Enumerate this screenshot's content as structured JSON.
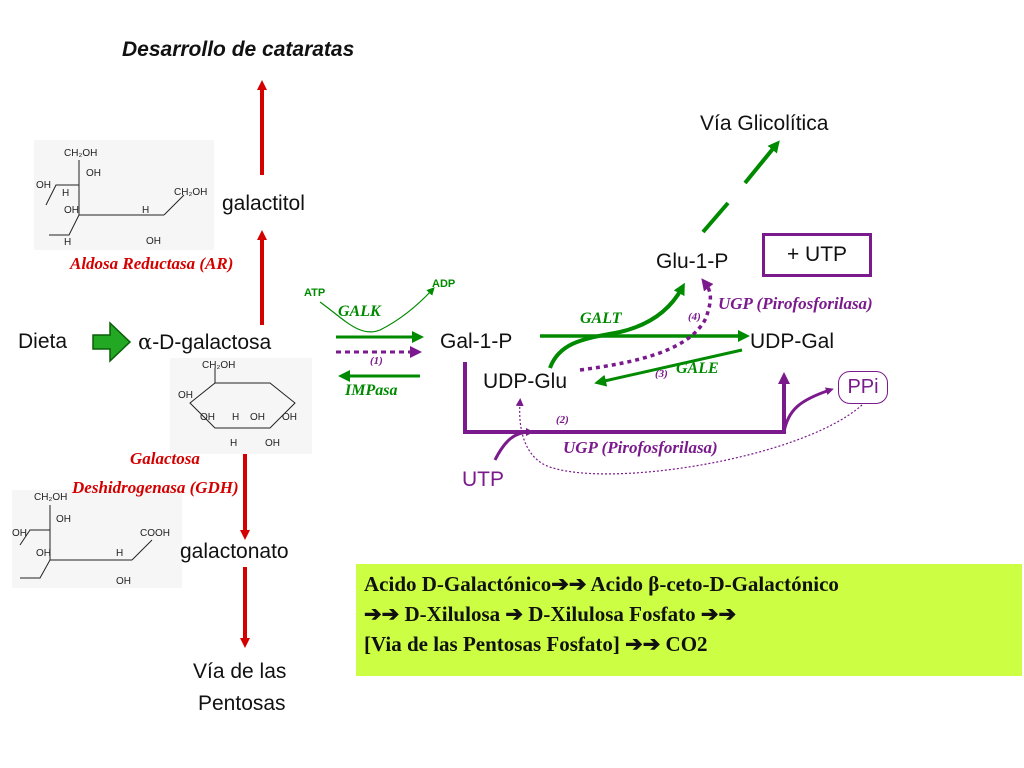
{
  "title": "Desarrollo de cataratas",
  "metabolites": {
    "galactitol": "galactitol",
    "dieta": "Dieta",
    "galactosa": "-D-galactosa",
    "alpha": "α",
    "gal1p": "Gal-1-P",
    "glu1p": "Glu-1-P",
    "udpgal": "UDP-Gal",
    "udpglu": "UDP-Glu",
    "utp_in": "UTP",
    "plus_utp": "+ UTP",
    "ppi": "PPi",
    "galactonato": "galactonato",
    "via_pentosas_1": "Vía de las",
    "via_pentosas_2": "Pentosas",
    "via_glicolitica": "Vía Glicolítica",
    "atp": "ATP",
    "adp": "ADP"
  },
  "enzymes": {
    "ar": "Aldosa Reductasa  (AR)",
    "galk": "GALK",
    "impasa": "IMPasa",
    "galt": "GALT",
    "gale": "GALE",
    "ugp_top": "UGP (Pirofosforilasa)",
    "ugp_bottom": "UGP (Pirofosforilasa)",
    "gdh_1": "Galactosa",
    "gdh_2": "Deshidrogenasa   (GDH)"
  },
  "step_numbers": {
    "s1": "(1)",
    "s2": "(2)",
    "s3": "(3)",
    "s4": "(4)"
  },
  "structure_labels": {
    "ch2oh": "CH₂OH",
    "oh": "OH",
    "h": "H",
    "cooh": "COOH"
  },
  "summary": {
    "line1": "Acido D-Galactónico➔➔ Acido β-ceto-D-Galactónico",
    "line2": "➔➔ D-Xilulosa ➔ D-Xilulosa Fosfato ➔➔",
    "line3": "[Via de las Pentosas Fosfato] ➔➔ CO2"
  },
  "colors": {
    "red": "#d40000",
    "green": "#008a00",
    "purple": "#7a1a8c",
    "summary_bg": "#ccff44"
  }
}
